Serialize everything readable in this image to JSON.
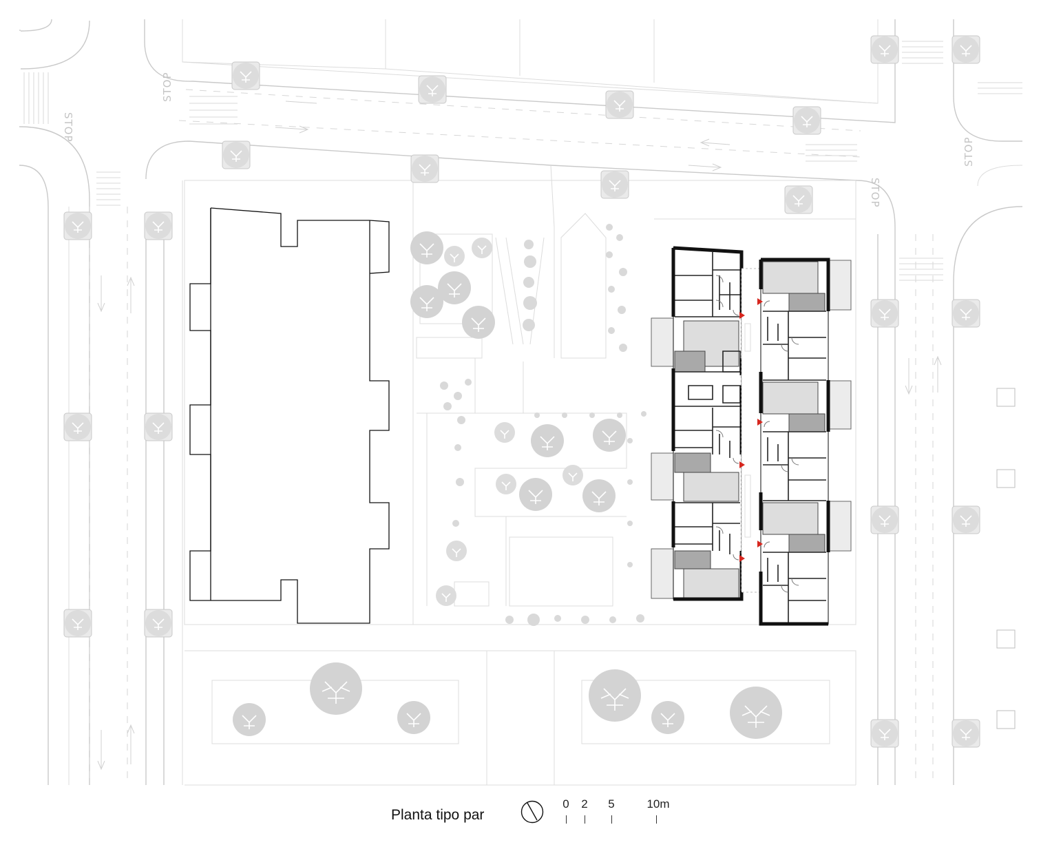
{
  "caption": "Planta tipo par",
  "north_arrow": "north-arrow-icon",
  "scale": {
    "labels": [
      "0",
      "2",
      "5",
      "10m"
    ]
  },
  "street_labels": [
    "STOP",
    "STOP",
    "STOP",
    "STOP"
  ],
  "colors": {
    "new_building_walls": "#111111",
    "terrace_fill": "#dddddd",
    "terrace_dark_fill": "#a9a9a9",
    "entrance_marker": "#d7261e",
    "context_lines": "#c9c9c9"
  }
}
